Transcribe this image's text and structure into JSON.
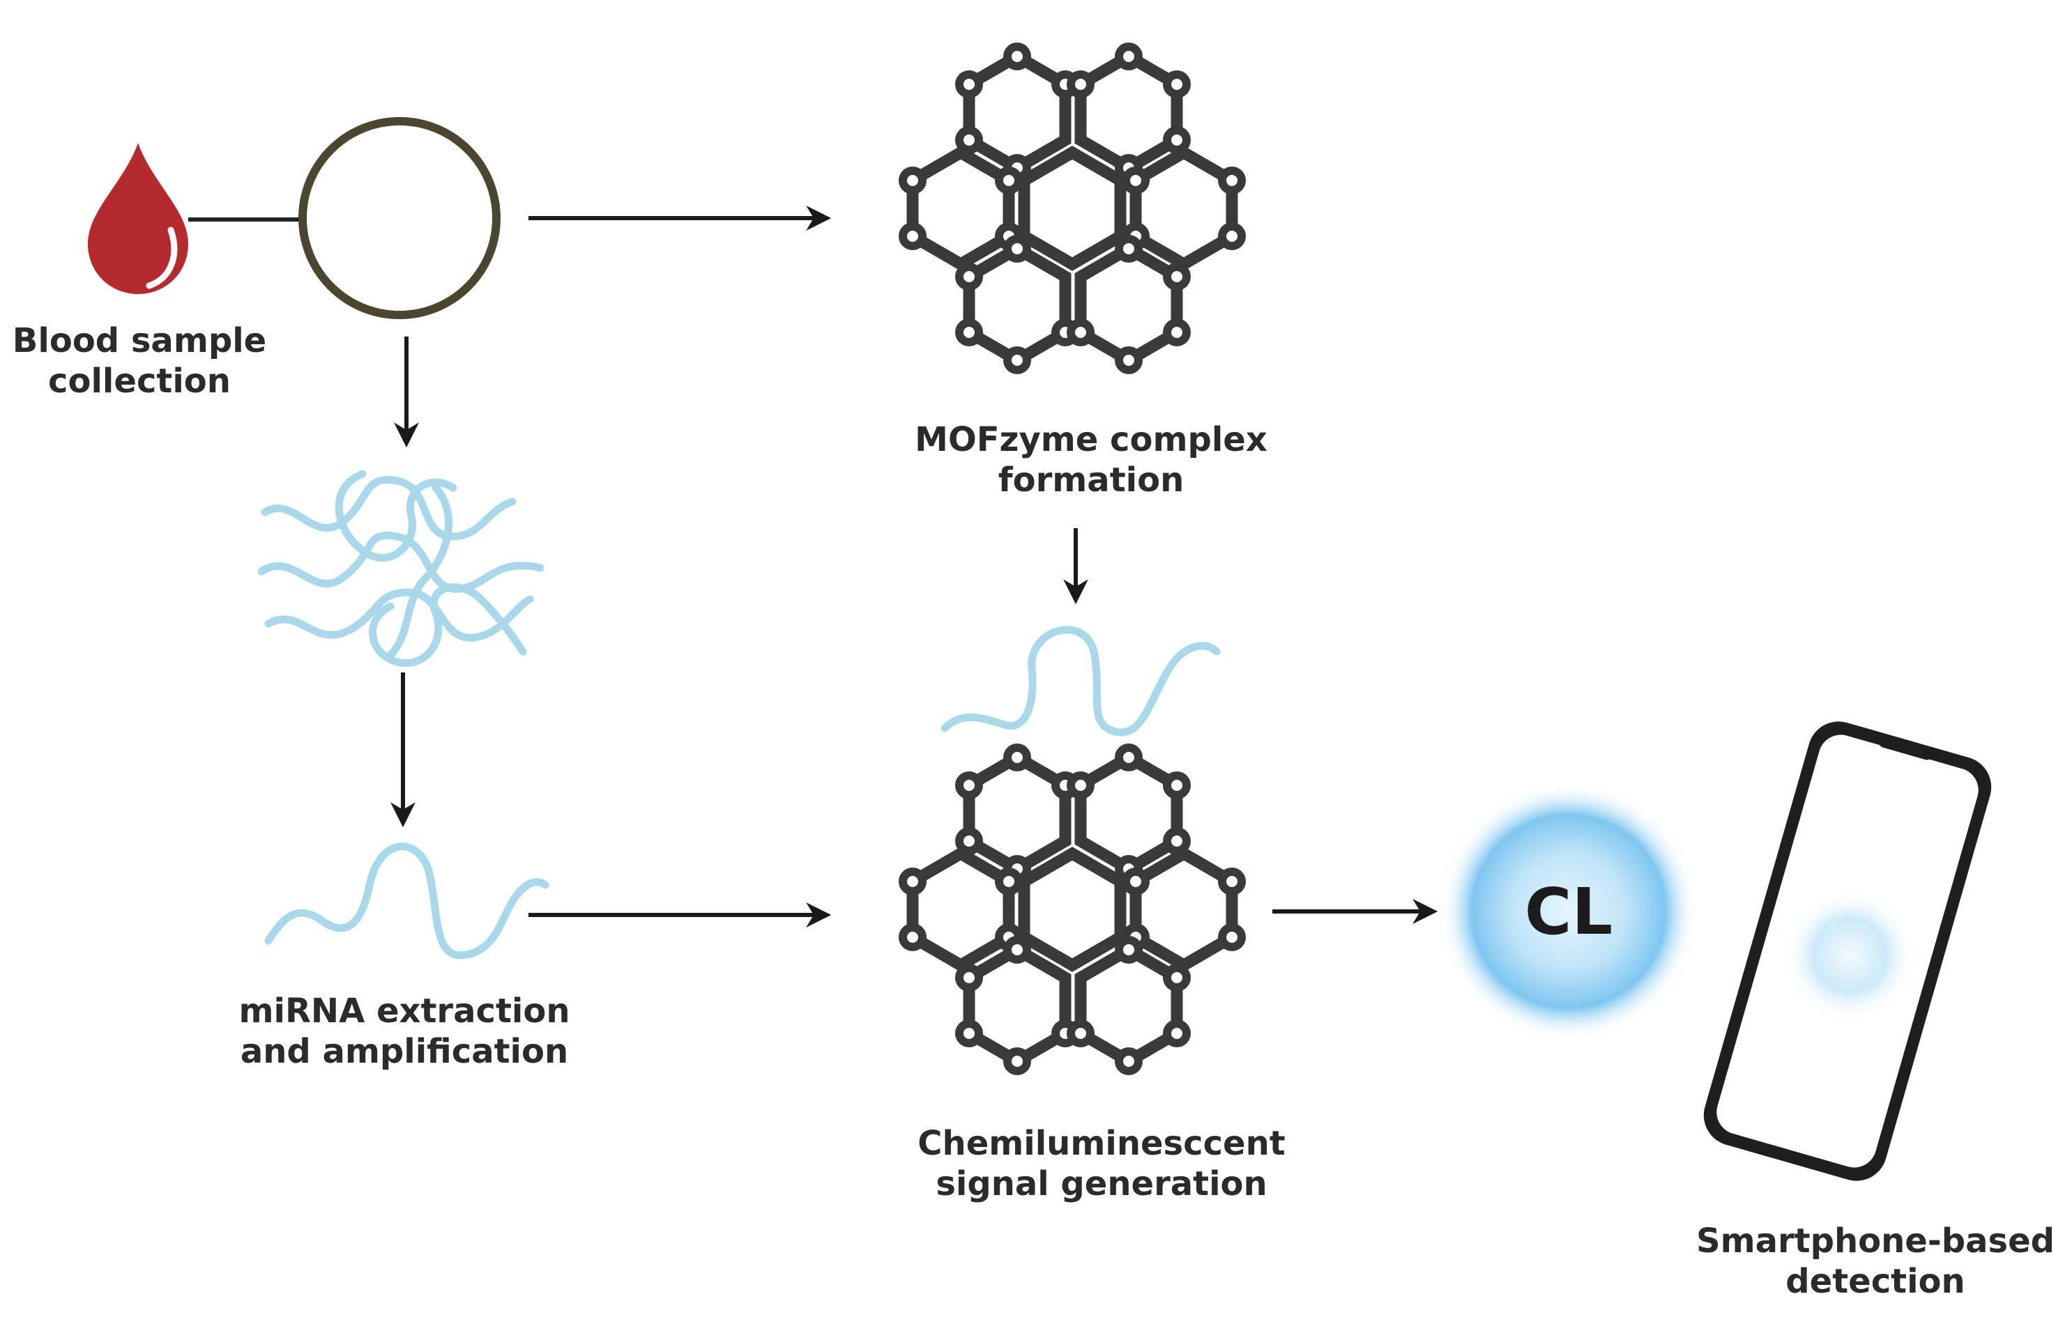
{
  "labels": {
    "blood_line1": "Blood sample",
    "blood_line2": "collection",
    "mofzyme_line1": "MOFzyme complex",
    "mofzyme_line2": "formation",
    "mirna_line1": "miRNA extraction",
    "mirna_line2": "and amplification",
    "cl_line1": "Chemiluminesccent",
    "cl_line2": "signal generation",
    "phone_line1": "Smartphone-based",
    "phone_line2": "detection"
  },
  "cl_glow_text": "CL",
  "icons": [
    "blood-drop-icon",
    "sample-tube-circle-icon",
    "rna-strands-icon",
    "mof-lattice-icon",
    "mirna-strand-icon",
    "cl-glow-icon",
    "smartphone-icon"
  ],
  "colors": {
    "blood": "#b52a2e",
    "circle_outline": "#4a4630",
    "lattice": "#3a3a3a",
    "rna": "#a9d8ea",
    "glow": "#5fb8ee",
    "arrow": "#1a1a1a",
    "text": "#2b2b2b"
  }
}
